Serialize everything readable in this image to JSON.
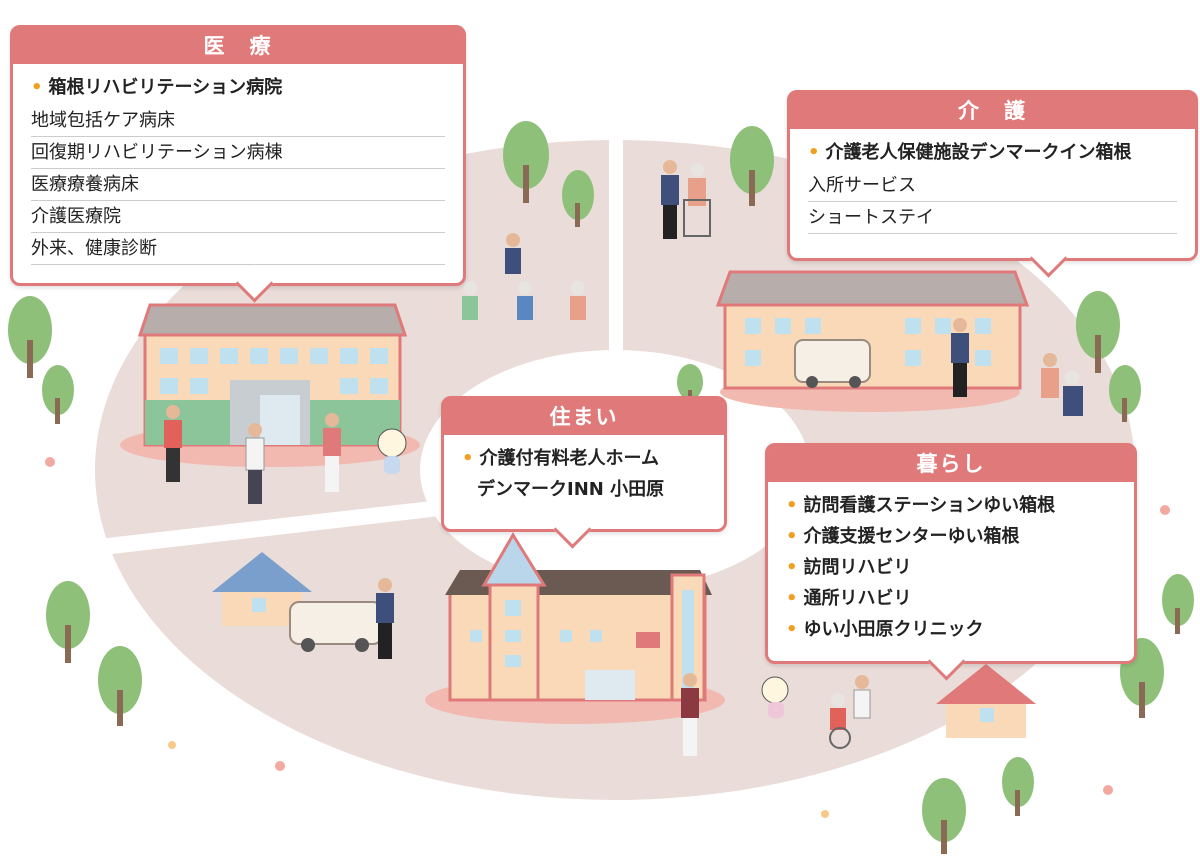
{
  "colors": {
    "accent": "#e07a7a",
    "bullet": "#f0a020",
    "ground": "#eadcd8",
    "tree_green": "#8fc07a",
    "trunk": "#8a6a55"
  },
  "medical": {
    "title": "医　療",
    "main": "箱根リハビリテーション病院",
    "items": [
      "地域包括ケア病床",
      "回復期リハビリテーション病棟",
      "医療療養病床",
      "介護医療院",
      "外来、健康診断"
    ]
  },
  "care": {
    "title": "介　護",
    "main": "介護老人保健施設デンマークイン箱根",
    "items": [
      "入所サービス",
      "ショートステイ"
    ]
  },
  "housing": {
    "title": "住まい",
    "main": "介護付有料老人ホーム",
    "sub": "デンマークINN 小田原"
  },
  "living": {
    "title": "暮らし",
    "items": [
      "訪問看護ステーションゆい箱根",
      "介護支援センターゆい箱根",
      "訪問リハビリ",
      "通所リハビリ",
      "ゆい小田原クリニック"
    ]
  }
}
